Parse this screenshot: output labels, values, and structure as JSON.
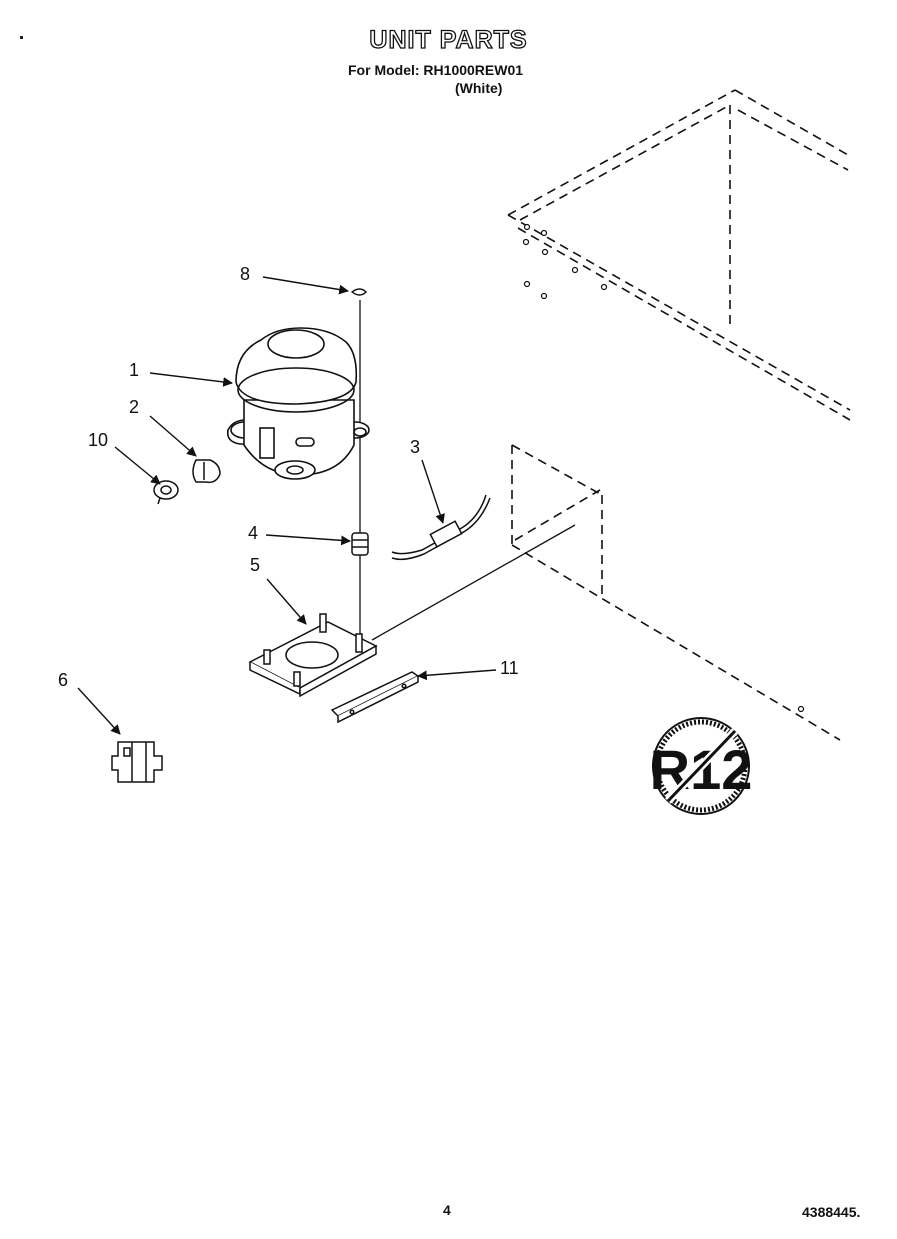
{
  "header": {
    "title": "UNIT PARTS",
    "model_line": "For Model: RH1000REW01",
    "color_line": "(White)"
  },
  "callouts": [
    "1",
    "2",
    "3",
    "4",
    "5",
    "6",
    "8",
    "10",
    "11"
  ],
  "badge": {
    "text": "R12"
  },
  "footer": {
    "page_number": "4",
    "document_number": "4388445."
  }
}
